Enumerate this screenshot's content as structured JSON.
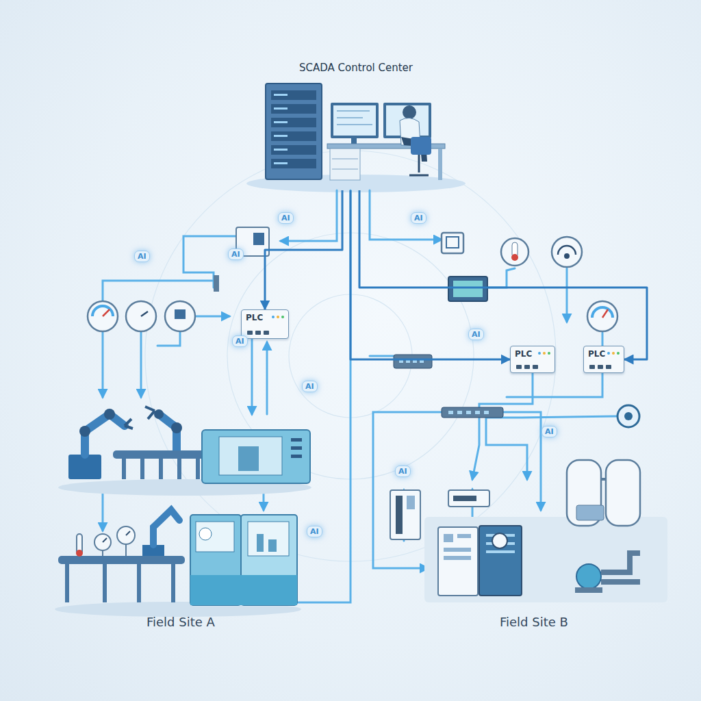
{
  "diagram": {
    "nodes": [
      {
        "text": [
          "SCADA Control Center"
        ]
      },
      {
        "text": [
          "PLC"
        ]
      },
      {
        "text": [
          "PLC"
        ]
      },
      {
        "text": [
          "PLC"
        ]
      }
    ],
    "edges": [
      {
        "from": 0,
        "to": 1,
        "arrow": "to"
      },
      {
        "from": 0,
        "to": 2,
        "arrow": "to"
      },
      {
        "from": 0,
        "to": 3,
        "arrow": "to"
      }
    ],
    "labels": [
      "AI",
      "AI",
      "AI",
      "AI",
      "AI",
      "AI",
      "AI",
      "AI",
      "AI",
      "AI",
      "Field Site A",
      "Field Site B"
    ]
  }
}
